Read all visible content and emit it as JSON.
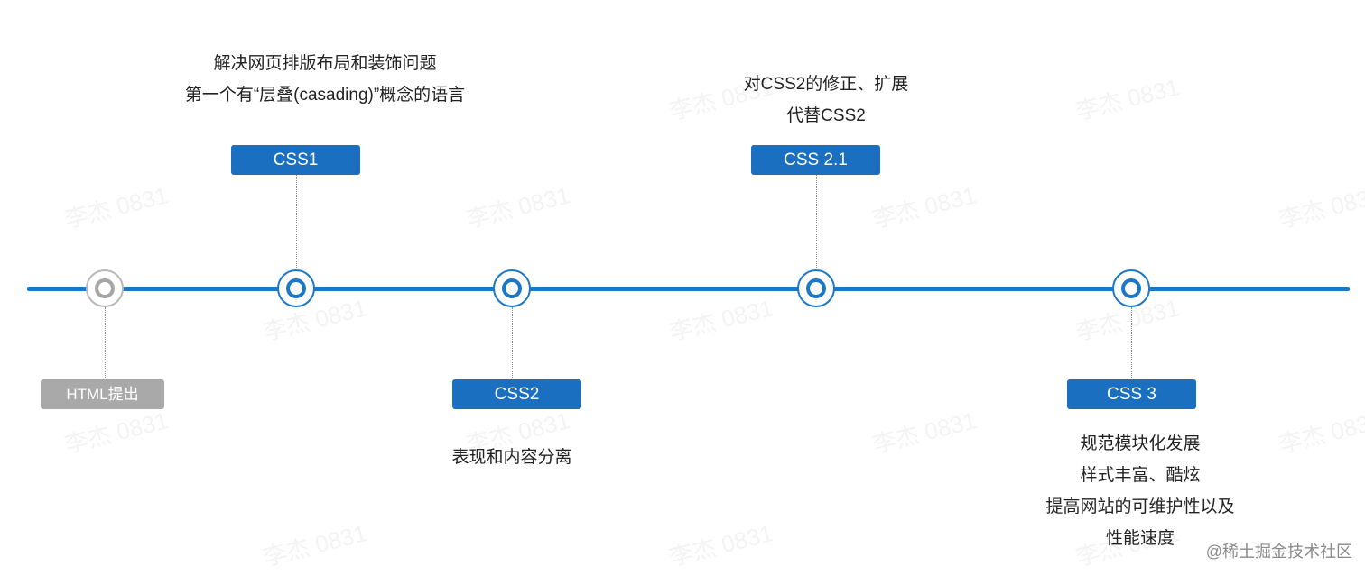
{
  "colors": {
    "accent": "#1b78c8",
    "box": "#1a6fc0",
    "box_inactive": "#a9a9a9",
    "node_inactive": "#b8b8b8"
  },
  "milestones": [
    {
      "label": "HTML提出",
      "active": false,
      "notes": []
    },
    {
      "label": "CSS1",
      "active": true,
      "notes": [
        "解决网页排版布局和装饰问题",
        "第一个有“层叠(casading)”概念的语言"
      ]
    },
    {
      "label": "CSS2",
      "active": true,
      "notes": [
        "表现和内容分离"
      ]
    },
    {
      "label": "CSS 2.1",
      "active": true,
      "notes": [
        "对CSS2的修正、扩展",
        "代替CSS2"
      ]
    },
    {
      "label": "CSS 3",
      "active": true,
      "notes": [
        "规范模块化发展",
        "样式丰富、酷炫",
        "提高网站的可维护性以及",
        "性能速度"
      ]
    }
  ],
  "watermark_text": "李杰 0831",
  "credit": "@稀土掘金技术社区"
}
